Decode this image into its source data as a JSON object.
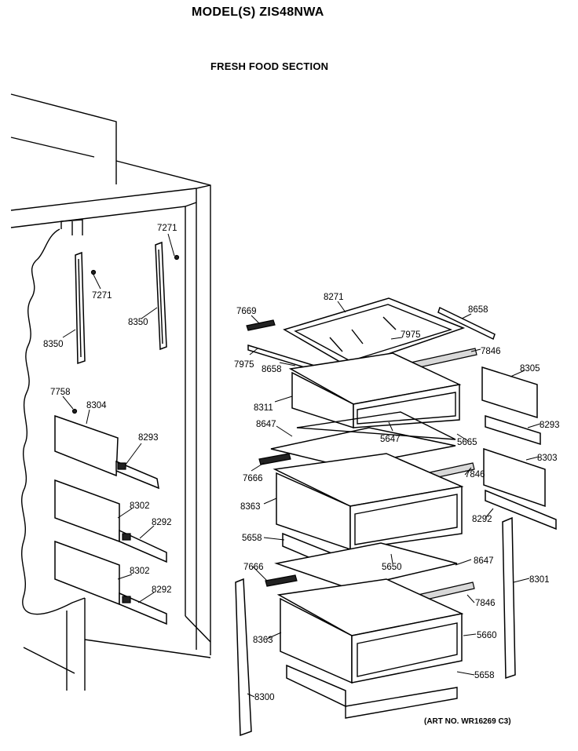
{
  "header": {
    "model_title": "MODEL(S) ZIS48NWA",
    "section_title": "FRESH FOOD SECTION",
    "art_number": "(ART NO. WR16269 C3)"
  },
  "parts": [
    {
      "id": "p7271a",
      "label": "7271"
    },
    {
      "id": "p7271b",
      "label": "7271"
    },
    {
      "id": "p8350a",
      "label": "8350"
    },
    {
      "id": "p8350b",
      "label": "8350"
    },
    {
      "id": "p7758",
      "label": "7758"
    },
    {
      "id": "p8304",
      "label": "8304"
    },
    {
      "id": "p8293a",
      "label": "8293"
    },
    {
      "id": "p8302a",
      "label": "8302"
    },
    {
      "id": "p8292a",
      "label": "8292"
    },
    {
      "id": "p8302b",
      "label": "8302"
    },
    {
      "id": "p8292b",
      "label": "8292"
    },
    {
      "id": "p7669",
      "label": "7669"
    },
    {
      "id": "p8271",
      "label": "8271"
    },
    {
      "id": "p8658a",
      "label": "8658"
    },
    {
      "id": "p7975a",
      "label": "7975"
    },
    {
      "id": "p7846a",
      "label": "7846"
    },
    {
      "id": "p7975b",
      "label": "7975"
    },
    {
      "id": "p8658b",
      "label": "8658"
    },
    {
      "id": "p8305",
      "label": "8305"
    },
    {
      "id": "p8311",
      "label": "8311"
    },
    {
      "id": "p8647a",
      "label": "8647"
    },
    {
      "id": "p5647",
      "label": "5647"
    },
    {
      "id": "p5665",
      "label": "5665"
    },
    {
      "id": "p8293b",
      "label": "8293"
    },
    {
      "id": "p7666a",
      "label": "7666"
    },
    {
      "id": "p7846b",
      "label": "7846"
    },
    {
      "id": "p8303",
      "label": "8303"
    },
    {
      "id": "p8363a",
      "label": "8363"
    },
    {
      "id": "p8292c",
      "label": "8292"
    },
    {
      "id": "p5658a",
      "label": "5658"
    },
    {
      "id": "p5650",
      "label": "5650"
    },
    {
      "id": "p8647b",
      "label": "8647"
    },
    {
      "id": "p7666b",
      "label": "7666"
    },
    {
      "id": "p7846c",
      "label": "7846"
    },
    {
      "id": "p8301",
      "label": "8301"
    },
    {
      "id": "p8363b",
      "label": "8363"
    },
    {
      "id": "p5660",
      "label": "5660"
    },
    {
      "id": "p5658b",
      "label": "5658"
    },
    {
      "id": "p8300",
      "label": "8300"
    }
  ]
}
